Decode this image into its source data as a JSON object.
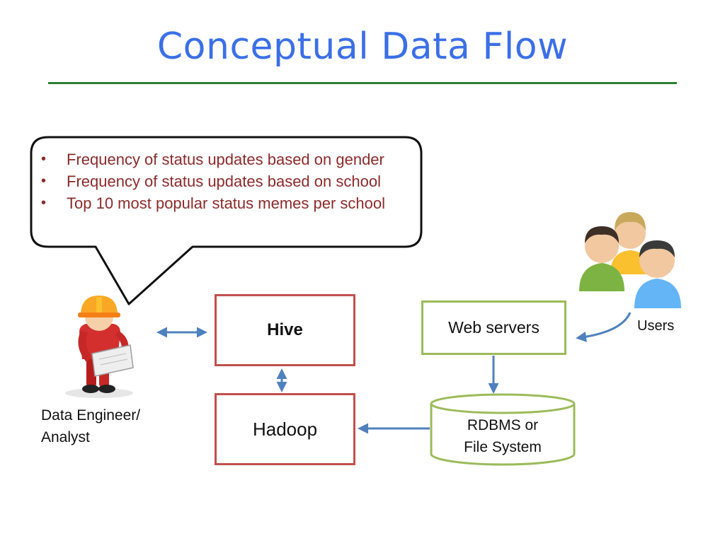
{
  "title": "Conceptual Data Flow",
  "bubble": {
    "items": [
      "Frequency of status updates based on gender",
      "Frequency of status updates based on school",
      "Top 10 most popular status memes per school"
    ]
  },
  "nodes": {
    "hive": "Hive",
    "hadoop": "Hadoop",
    "web_servers": "Web servers",
    "storage_line1": "RDBMS or",
    "storage_line2": "File System",
    "users": "Users",
    "analyst_line1": "Data Engineer/",
    "analyst_line2": "Analyst"
  },
  "icons": {
    "analyst": "engineer-with-hardhat-icon",
    "users": "users-group-icon",
    "storage": "database-cylinder-icon"
  },
  "colors": {
    "title": "#3a6fe6",
    "title_rule": "#2e7d32",
    "bullet_text": "#8a2b2b",
    "hive_hadoop_border": "#c0504d",
    "web_storage_border": "#9bbb59",
    "arrow": "#4f81bd"
  }
}
